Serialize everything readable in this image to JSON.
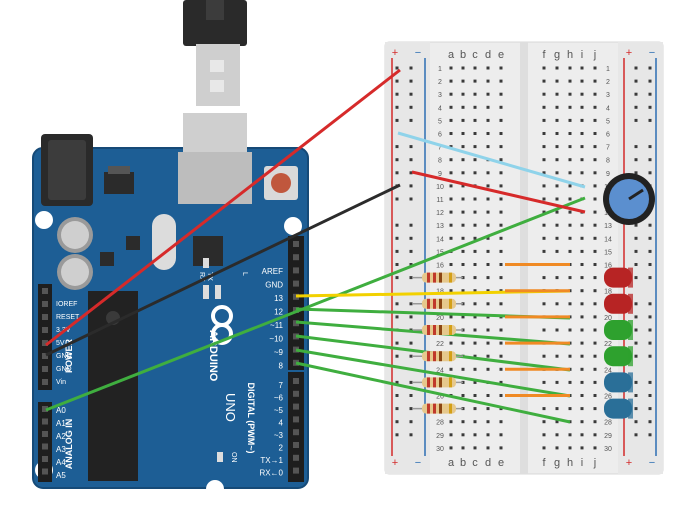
{
  "colors": {
    "board": "#1d5e95",
    "board_edge": "#164a77",
    "breadboard": "#efefef",
    "rail_red": "#d32a2a",
    "rail_blue": "#2d6fb3",
    "wire_red": "#d62a2a",
    "wire_black": "#2b2b2b",
    "wire_green": "#3fae3f",
    "wire_yellow": "#f2d100",
    "wire_cyan": "#8fd3ea",
    "wire_orange": "#f08a24",
    "led_red": "#b72424",
    "led_green": "#2ea12e",
    "led_blue": "#2a6f98"
  },
  "arduino": {
    "brand": "ARDUINO",
    "model": "UNO",
    "on_label": "ON",
    "tx_label": "TX",
    "rx_label": "RX",
    "l_label": "L",
    "power_label": "POWER",
    "analog_label": "ANALOG IN",
    "digital_label": "DIGITAL (PWM~)",
    "power_pins": [
      "IOREF",
      "RESET",
      "3.3V",
      "5V",
      "GND",
      "GND",
      "Vin"
    ],
    "analog_pins": [
      "A0",
      "A1",
      "A2",
      "A3",
      "A4",
      "A5"
    ],
    "digital_top": [
      "AREF",
      "GND",
      "13",
      "12",
      "~11",
      "~10",
      "~9",
      "8"
    ],
    "digital_bottom": [
      "7",
      "~6",
      "~5",
      "4",
      "~3",
      "2",
      "TX→1",
      "RX←0"
    ]
  },
  "breadboard": {
    "columns_left": [
      "a",
      "b",
      "c",
      "d",
      "e"
    ],
    "columns_right": [
      "f",
      "g",
      "h",
      "i",
      "j"
    ],
    "row_count": 30,
    "plus": "+",
    "minus": "−"
  },
  "components": {
    "leds": [
      "red",
      "red",
      "green",
      "green",
      "blue",
      "blue"
    ],
    "resistor_count": 6,
    "potentiometer_count": 1
  }
}
